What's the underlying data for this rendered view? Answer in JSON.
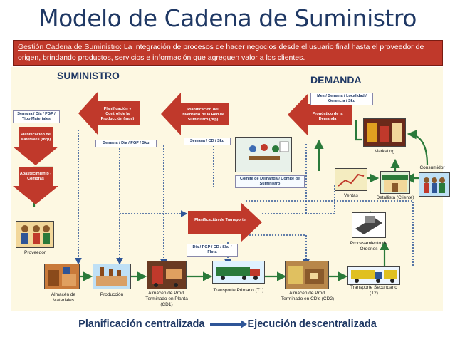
{
  "title": "Modelo de Cadena de Suministro",
  "definition": {
    "term": "Gestión Cadena de Suministro",
    "text": ": La integración de procesos de hacer negocios desde el usuario final hasta el proveedor de origen, brindando productos, servicios e información que agreguen valor a los clientes."
  },
  "sections": {
    "supply": "SUMINISTRO",
    "demand": "DEMANDA"
  },
  "planning": {
    "production": "Planificación y Control de la Producción (mps)",
    "drp": "Planificación del inventario de la Red de Suministro (drp)",
    "forecast": "Pronóstico de la Demanda",
    "mrp": "Planificación de Materiales (mrp)",
    "purchasing": "Abastecimiento - Compras",
    "transport": "Planificación de Transporte"
  },
  "tags": {
    "week_day_pgp_sku": "Semana / Día / PGP / Sku",
    "week_day_pgp_materials": "Semana / Día / PGP / Tipo Materiales",
    "week_cd_sku": "Semana / CD / Sku",
    "forecast_dims": "Mes / Semana / Localidad / Gerencia / Sku",
    "transport_dims": "Día / PGP / CD / Sku / Flota",
    "committee": "Comité de Demanda / Comité de Suministro"
  },
  "nodes": {
    "supplier": "Proveedor",
    "materials_warehouse": "Almacén de Materiales",
    "production": "Producción",
    "plant_warehouse": "Almacén de Prod. Terminado en Planta (CD1)",
    "primary_transport": "Transporte Primario (T1)",
    "cd_warehouse": "Almacén de Prod. Terminado en CD's (CD2)",
    "secondary_transport": "Transporte Secundario (T2)",
    "order_processing": "Procesamiento de Órdenes",
    "sales": "Ventas",
    "retailer": "Detallista (Cliente)",
    "consumer": "Consumidor",
    "marketing": "Marketing"
  },
  "footer": {
    "left": "Planificación centralizada",
    "right": "Ejecución descentralizada"
  },
  "colors": {
    "title": "#1f3864",
    "red": "#c0392b",
    "panel": "#fdf8e2",
    "dotted": "#2e5597"
  },
  "icons": [
    "warehouse-icon",
    "factory-icon",
    "forklift-icon",
    "truck-icon",
    "meeting-icon",
    "chart-icon",
    "store-icon",
    "people-icon",
    "marketing-icon",
    "computer-icon"
  ]
}
